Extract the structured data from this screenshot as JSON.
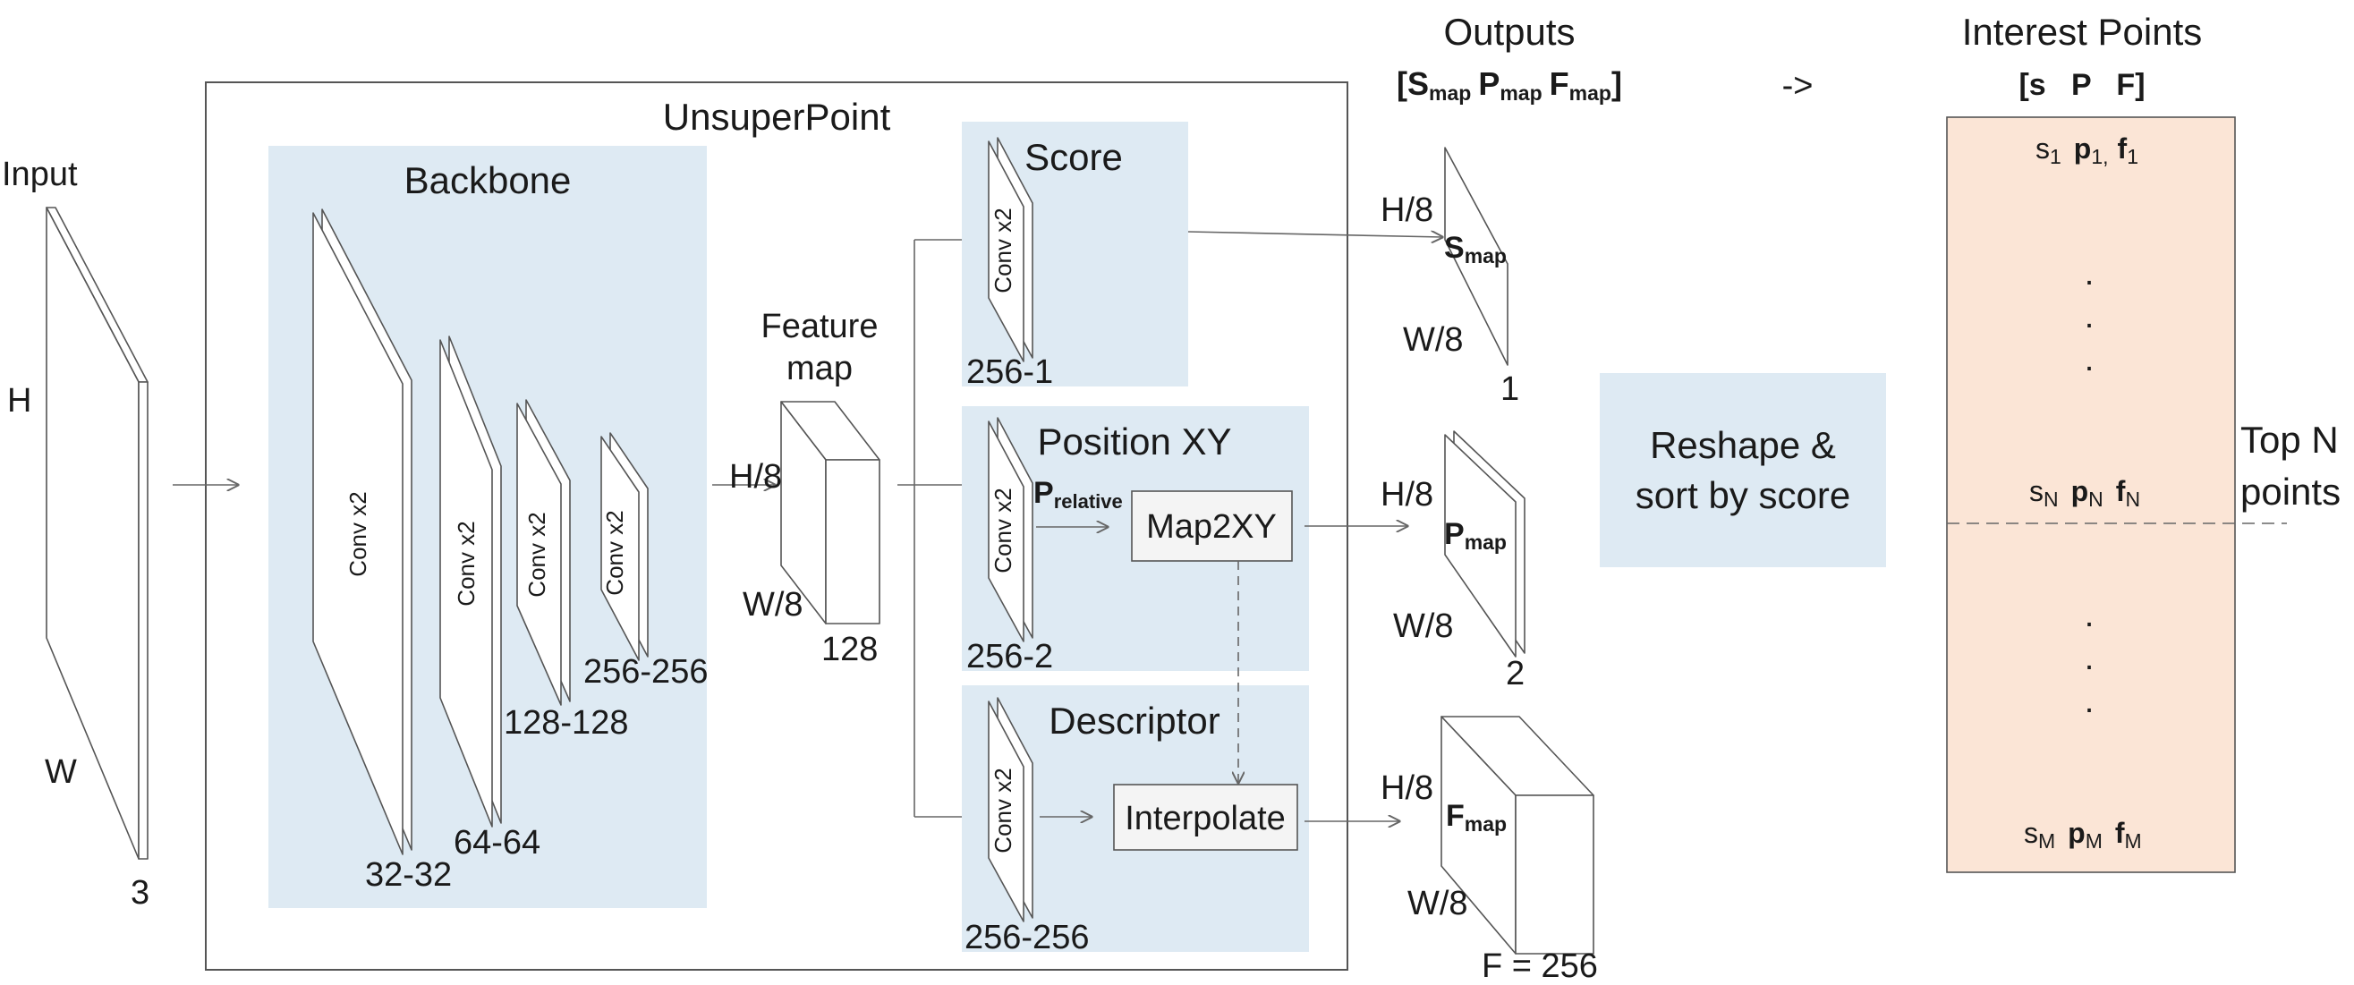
{
  "title": "UnsuperPoint",
  "input": {
    "label": "Input",
    "height": "H",
    "width": "W",
    "channels": "3"
  },
  "backbone": {
    "title": "Backbone",
    "layers": [
      {
        "op": "Conv x2",
        "channels": "32-32"
      },
      {
        "op": "Conv x2",
        "channels": "64-64"
      },
      {
        "op": "Conv x2",
        "channels": "128-128"
      },
      {
        "op": "Conv x2",
        "channels": "256-256"
      }
    ]
  },
  "feature_map": {
    "label_line1": "Feature",
    "label_line2": "map",
    "height": "H/8",
    "width": "W/8",
    "channels": "128"
  },
  "score": {
    "title": "Score",
    "op": "Conv x2",
    "channels": "256-1"
  },
  "position": {
    "title": "Position XY",
    "op": "Conv x2",
    "channels": "256-2",
    "relative_main": "P",
    "relative_sub": "relative",
    "map_op": "Map2XY"
  },
  "descriptor": {
    "title": "Descriptor",
    "op": "Conv x2",
    "channels": "256-256",
    "interp_op": "Interpolate"
  },
  "outputs": {
    "title": "Outputs",
    "bracket_open": "[",
    "bracket_close": "]",
    "s_main": "S",
    "p_main": "P",
    "f_main": "F",
    "sub_map": "map",
    "score_map": {
      "height": "H/8",
      "width": "W/8",
      "channels": "1"
    },
    "pos_map": {
      "height": "H/8",
      "width": "W/8",
      "channels": "2"
    },
    "desc_map": {
      "height": "H/8",
      "width": "W/8",
      "channels": "F = 256"
    }
  },
  "arrow_text": "->",
  "reshape": {
    "line1": "Reshape &",
    "line2": "sort by score"
  },
  "interest_points": {
    "title": "Interest Points",
    "header": "[s   P   F]",
    "row1": {
      "s": "s",
      "p": "p",
      "f": "f",
      "sub": "1",
      "comma": ","
    },
    "rowN": {
      "s": "s",
      "p": "p",
      "f": "f",
      "sub": "N"
    },
    "rowM": {
      "s": "s",
      "p": "p",
      "f": "f",
      "sub": "M"
    },
    "dot": "."
  },
  "top_n": {
    "line1": "Top N",
    "line2": "points"
  },
  "colors": {
    "panel": "#deeaf3",
    "list_fill": "#fbe5d6",
    "frame": "#555555"
  }
}
